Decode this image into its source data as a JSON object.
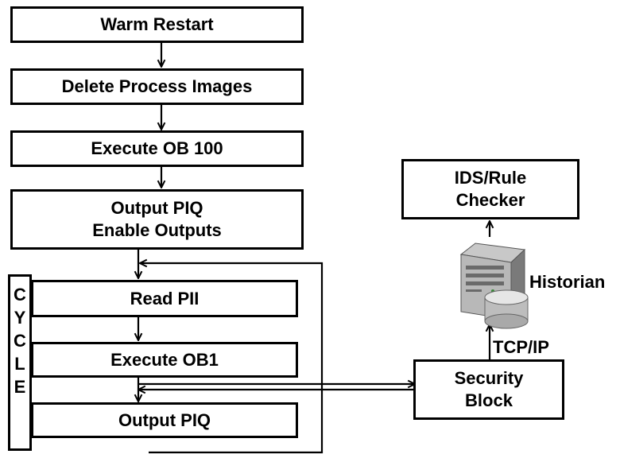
{
  "flow": {
    "warm_restart": "Warm Restart",
    "delete_images": "Delete Process Images",
    "execute_ob100": "Execute OB 100",
    "output_piq_line1": "Output PIQ",
    "output_piq_line2": "Enable Outputs"
  },
  "cycle": {
    "letters": [
      "C",
      "Y",
      "C",
      "L",
      "E"
    ],
    "read_pii": "Read PII",
    "execute_ob1": "Execute OB1",
    "output_piq": "Output PIQ"
  },
  "security": {
    "block_line1": "Security",
    "block_line2": "Block",
    "protocol": "TCP/IP",
    "historian": "Historian",
    "ids_line1": "IDS/Rule",
    "ids_line2": "Checker"
  }
}
